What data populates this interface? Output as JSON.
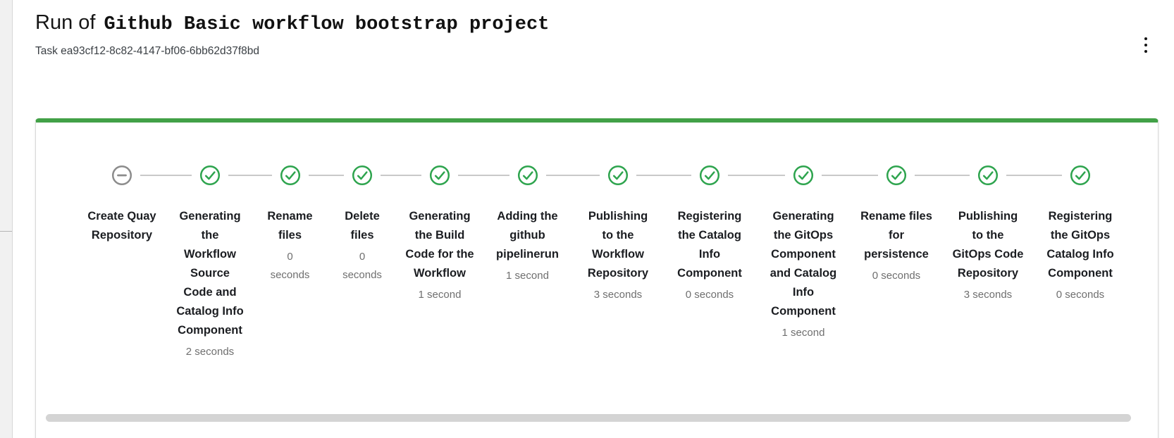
{
  "header": {
    "title_prefix": "Run of",
    "template_name": "Github Basic workflow bootstrap project",
    "task_label": "Task ea93cf12-8c82-4147-bf06-6bb62d37f8bd"
  },
  "colors": {
    "success": "#2ea44e",
    "pending": "#8c8c8c",
    "connector": "#c9c9c9",
    "card_top_bar": "#42a147",
    "label_text": "#1b1d21",
    "duration_text": "#6f6f6f"
  },
  "stepper": {
    "steps": [
      {
        "label": "Create Quay Repository",
        "duration": "",
        "status": "pending",
        "icon": "minus-circle-icon"
      },
      {
        "label": "Generating the Workflow Source Code and Catalog Info Component",
        "duration": "2 seconds",
        "status": "completed",
        "icon": "check-circle-icon"
      },
      {
        "label": "Rename files",
        "duration": "0 seconds",
        "status": "completed",
        "icon": "check-circle-icon"
      },
      {
        "label": "Delete files",
        "duration": "0 seconds",
        "status": "completed",
        "icon": "check-circle-icon"
      },
      {
        "label": "Generating the Build Code for the Workflow",
        "duration": "1 second",
        "status": "completed",
        "icon": "check-circle-icon"
      },
      {
        "label": "Adding the github pipelinerun",
        "duration": "1 second",
        "status": "completed",
        "icon": "check-circle-icon"
      },
      {
        "label": "Publishing to the Workflow Repository",
        "duration": "3 seconds",
        "status": "completed",
        "icon": "check-circle-icon"
      },
      {
        "label": "Registering the Catalog Info Component",
        "duration": "0 seconds",
        "status": "completed",
        "icon": "check-circle-icon"
      },
      {
        "label": "Generating the GitOps Component and Catalog Info Component",
        "duration": "1 second",
        "status": "completed",
        "icon": "check-circle-icon"
      },
      {
        "label": "Rename files for persistence",
        "duration": "0 seconds",
        "status": "completed",
        "icon": "check-circle-icon"
      },
      {
        "label": "Publishing to the GitOps Code Repository",
        "duration": "3 seconds",
        "status": "completed",
        "icon": "check-circle-icon"
      },
      {
        "label": "Registering the GitOps Catalog Info Component",
        "duration": "0 seconds",
        "status": "completed",
        "icon": "check-circle-icon"
      }
    ]
  }
}
